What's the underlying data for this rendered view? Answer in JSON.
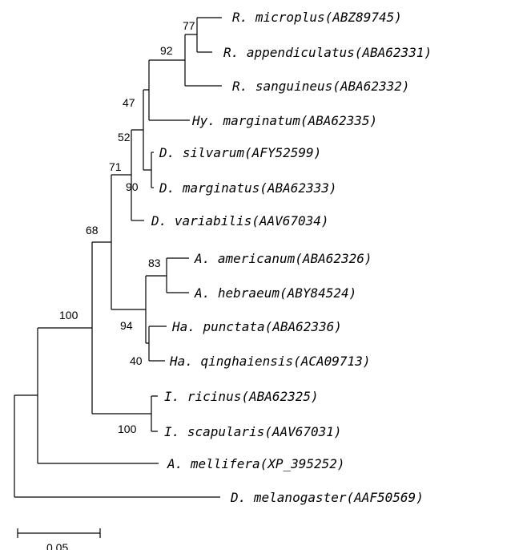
{
  "tree": {
    "taxa": [
      {
        "id": "t1",
        "label": "R. microplus(ABZ89745)"
      },
      {
        "id": "t2",
        "label": "R. appendiculatus(ABA62331)"
      },
      {
        "id": "t3",
        "label": "R. sanguineus(ABA62332)"
      },
      {
        "id": "t4",
        "label": "Hy. marginatum(ABA62335)"
      },
      {
        "id": "t5",
        "label": "D. silvarum(AFY52599)"
      },
      {
        "id": "t6",
        "label": "D. marginatus(ABA62333)"
      },
      {
        "id": "t7",
        "label": "D. variabilis(AAV67034)"
      },
      {
        "id": "t8",
        "label": "A. americanum(ABA62326)"
      },
      {
        "id": "t9",
        "label": "A. hebraeum(ABY84524)"
      },
      {
        "id": "t10",
        "label": "Ha. punctata(ABA62336)"
      },
      {
        "id": "t11",
        "label": "Ha. qinghaiensis(ACA09713)"
      },
      {
        "id": "t12",
        "label": "I. ricinus(ABA62325)"
      },
      {
        "id": "t13",
        "label": "I. scapularis(AAV67031)"
      },
      {
        "id": "t14",
        "label": "A. mellifera(XP_395252)"
      },
      {
        "id": "t15",
        "label": "D. melanogaster(AAF50569)"
      }
    ],
    "bootstrap": {
      "n_microplus_appendiculatus": "77",
      "n_rhipicephalus": "92",
      "n_rhipi_hyalomma": "47",
      "n_rhipi_hyalomma_dermacentor": "52",
      "n_dermacentor": "90",
      "n_metastriata_core": "71",
      "n_metastriata": "68",
      "n_amblyomma": "83",
      "n_amblyomma_haemaphysalis": "94",
      "n_haemaphysalis": "40",
      "n_ticks": "100",
      "n_ixodes": "100"
    },
    "scale_bar": {
      "label": "0.05",
      "value": 0.05
    }
  }
}
